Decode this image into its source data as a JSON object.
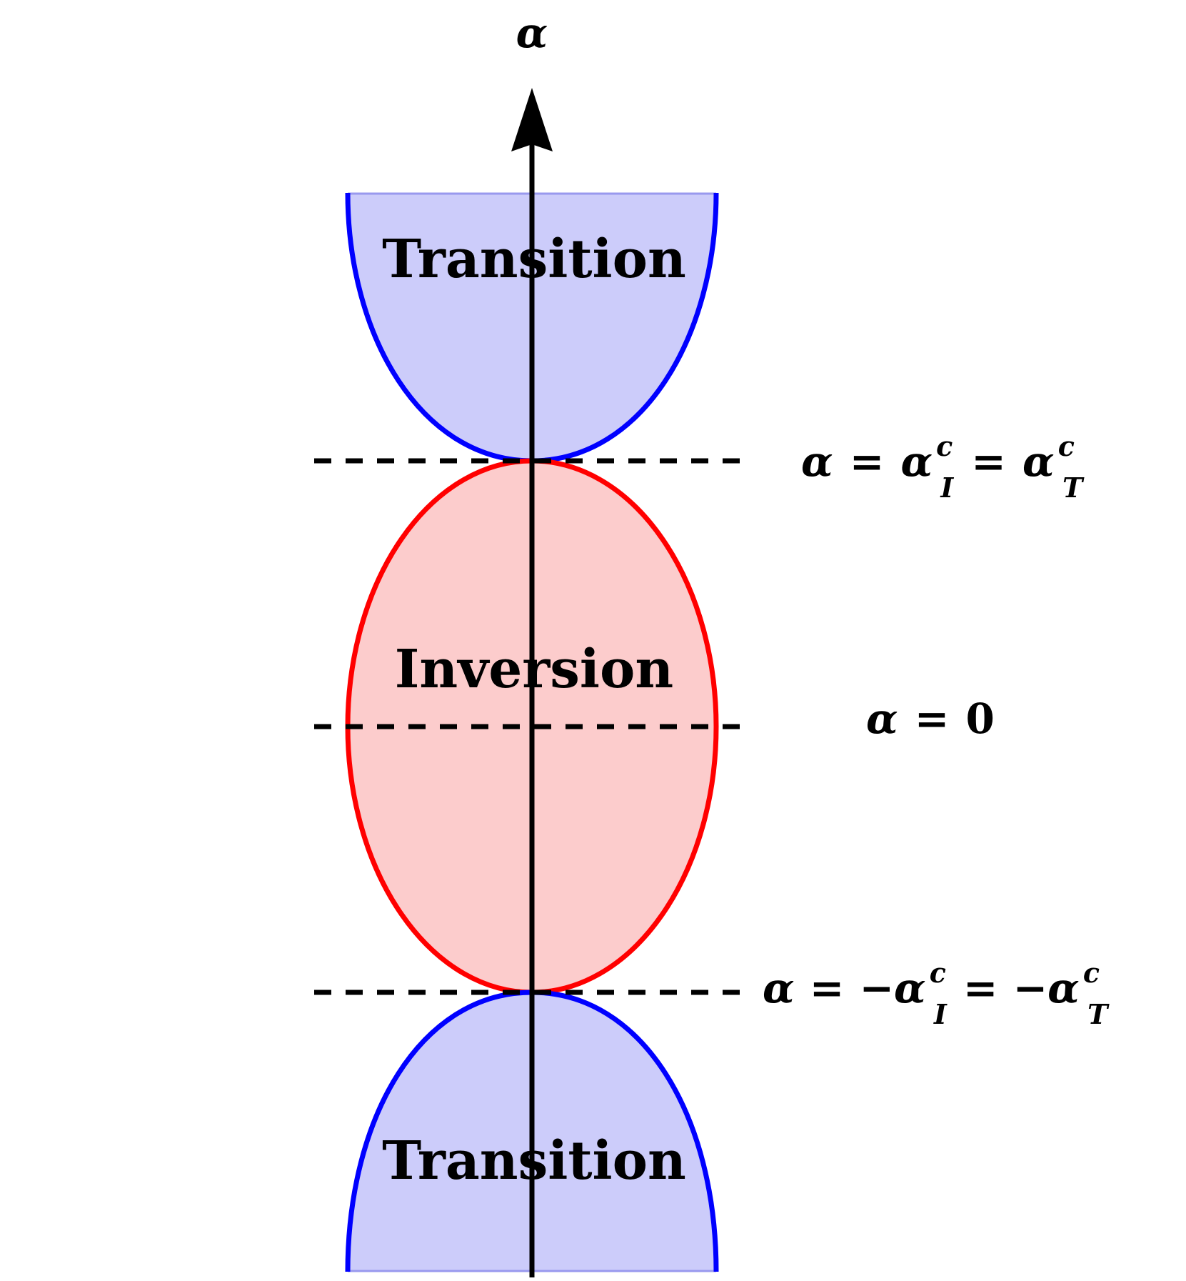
{
  "diagram": {
    "axis": {
      "label": "α"
    },
    "regions": {
      "top": {
        "label": "Transition"
      },
      "middle": {
        "label": "Inversion"
      },
      "bottom": {
        "label": "Transition"
      }
    },
    "levels": {
      "upper": {
        "lhs": "α",
        "eq1": "=",
        "term1": "α",
        "term1_sup": "c",
        "term1_sub": "I",
        "eq2": "=",
        "term2": "α",
        "term2_sup": "c",
        "term2_sub": "T"
      },
      "zero": {
        "lhs": "α",
        "eq": "=",
        "value": "0"
      },
      "lower": {
        "lhs": "α",
        "eq1": "=",
        "term1": "−α",
        "term1_sup": "c",
        "term1_sub": "I",
        "eq2": "=",
        "term2": "−α",
        "term2_sup": "c",
        "term2_sub": "T"
      }
    },
    "colors": {
      "transition_stroke": "#0000ff",
      "transition_fill": "#ccccfa",
      "inversion_stroke": "#ff0000",
      "inversion_fill": "#fccccc",
      "axis": "#000000",
      "dashed": "#000000"
    }
  }
}
